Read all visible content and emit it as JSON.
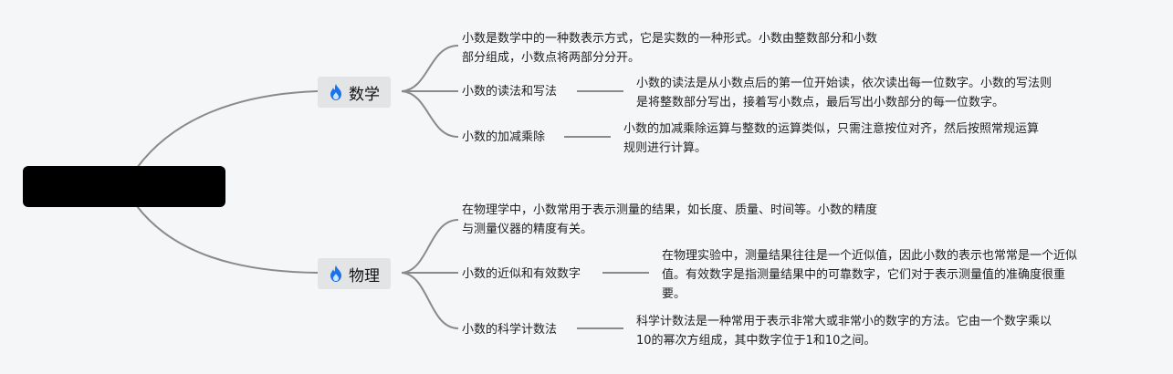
{
  "root": {
    "label": ""
  },
  "topics": [
    {
      "label": "数学",
      "icon": "fire-icon",
      "intro": [
        "小数是数学中的一种数表示方式，它是实数的一种形式。小数由整数部分和小数",
        "部分组成，小数点将两部分分开。"
      ],
      "subs": [
        {
          "label": "小数的读法和写法",
          "detail": [
            "小数的读法是从小数点后的第一位开始读，依次读出每一位数字。小数的写法则",
            "是将整数部分写出，接着写小数点，最后写出小数部分的每一位数字。"
          ]
        },
        {
          "label": "小数的加减乘除",
          "detail": [
            "小数的加减乘除运算与整数的运算类似，只需注意按位对齐，然后按照常规运算",
            "规则进行计算。"
          ]
        }
      ]
    },
    {
      "label": "物理",
      "icon": "fire-icon",
      "intro": [
        "在物理学中，小数常用于表示测量的结果，如长度、质量、时间等。小数的精度",
        "与测量仪器的精度有关。"
      ],
      "subs": [
        {
          "label": "小数的近似和有效数字",
          "detail": [
            "在物理实验中，测量结果往往是一个近似值，因此小数的表示也常常是一个近似",
            "值。有效数字是指测量结果中的可靠数字，它们对于表示测量值的准确度很重",
            "要。"
          ]
        },
        {
          "label": "小数的科学计数法",
          "detail": [
            "科学计数法是一种常用于表示非常大或非常小的数字的方法。它由一个数字乘以",
            "10的幂次方组成，其中数字位于1和10之间。"
          ]
        }
      ]
    }
  ],
  "colors": {
    "connector": "#8a8a8a",
    "topic_bg": "#e3e4e6",
    "fire": "#1a73e8"
  }
}
